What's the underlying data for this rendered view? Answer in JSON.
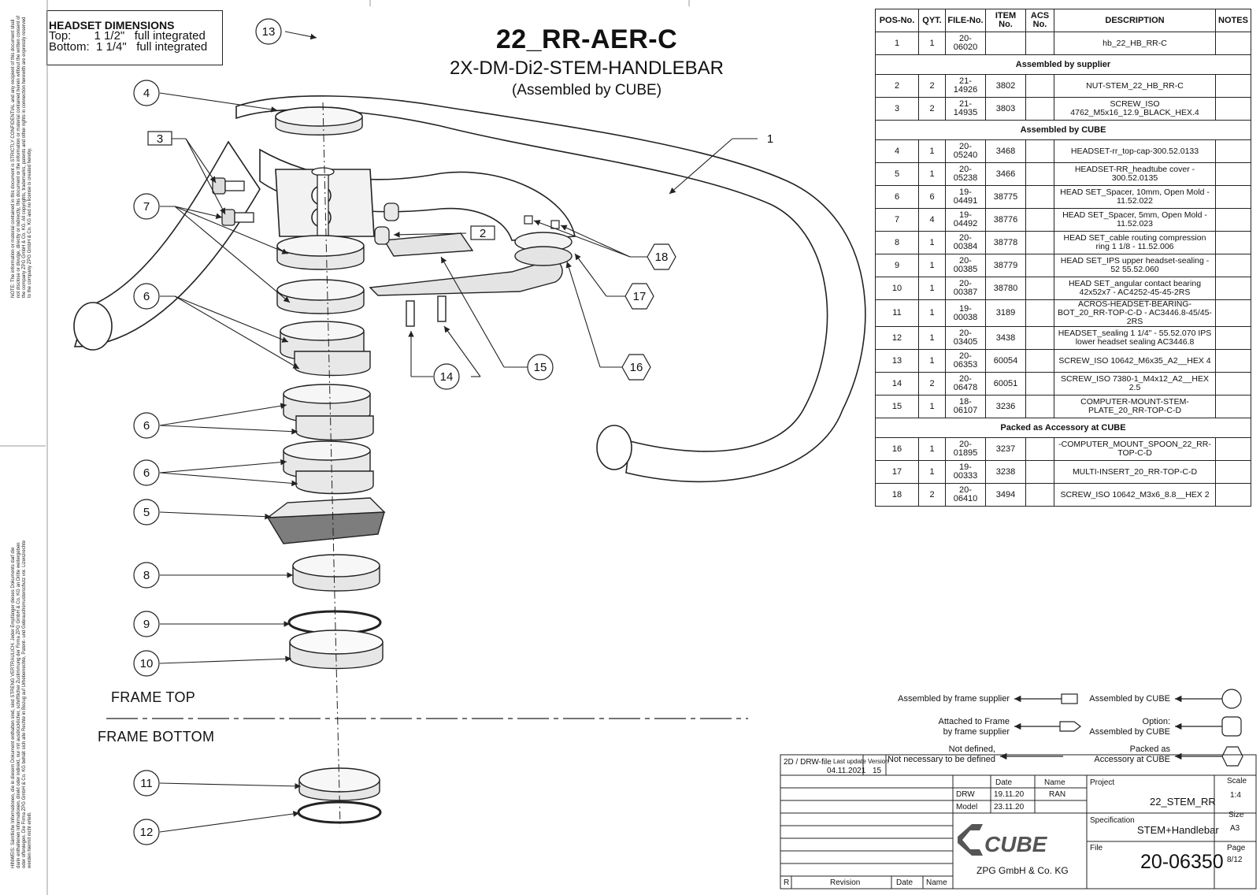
{
  "headset": {
    "title": "HEADSET DIMENSIONS",
    "top_label": "Top:",
    "top_value": "1 1/2\"   full integrated",
    "bottom_label": "Bottom:",
    "bottom_value": "1 1/4\"   full integrated"
  },
  "title": {
    "main": "22_RR-AER-C",
    "sub": "2X-DM-Di2-STEM-HANDLEBAR",
    "note": "(Assembled by CUBE)"
  },
  "side_notes": {
    "top": "NOTE: The information or material contained in this document is STRICTLY CONFIDENTIAL and any recipient of this document shall not disclose or divulge, directly or indirectly, this document or the information or material contained herein without the written consent of the company ZPG GmbH & Co. KG. All copyrights, trademarks, patents and other rights in connection herewith are expressly reserved to the company ZPG GmbH & Co. KG and no license is created hereby.",
    "bottom": "HINWEIS: Sämtliche Informationen, die in diesem Dokument enthalten sind, sind STRENG VERTRAULICH. Jeder Empfänger dieses Dokuments darf die darin enthaltenen Informationen, direkt oder indirekt, nur mit ausdrücklicher, schriftlicher Zustimmung der Firma ZPG GmbH & Co. KG an Dritte weitergeben oder offenlegen. Die Firma ZPG GmbH & Co. KG behält sich alle Rechte in Bezug auf Urheberrechte, Patent- und Gebrauchsmusterschutz vor. Lizenzrechte werden hiermit nicht erteilt."
  },
  "bom": {
    "headers": [
      "POS-No.",
      "QYT.",
      "FILE-No.",
      "ITEM No.",
      "ACS No.",
      "DESCRIPTION",
      "NOTES"
    ],
    "rows": [
      {
        "pos": "1",
        "qty": "1",
        "file": "20-06020",
        "item": "",
        "acs": "",
        "desc": "hb_22_HB_RR-C",
        "notes": ""
      },
      {
        "section": "Assembled by supplier"
      },
      {
        "pos": "2",
        "qty": "2",
        "file": "21-14926",
        "item": "3802",
        "acs": "",
        "desc": "NUT-STEM_22_HB_RR-C",
        "notes": ""
      },
      {
        "pos": "3",
        "qty": "2",
        "file": "21-14935",
        "item": "3803",
        "acs": "",
        "desc": "SCREW_ISO 4762_M5x16_12.9_BLACK_HEX.4",
        "notes": ""
      },
      {
        "section": "Assembled by CUBE"
      },
      {
        "pos": "4",
        "qty": "1",
        "file": "20-05240",
        "item": "3468",
        "acs": "",
        "desc": "HEADSET-rr_top-cap-300.52.0133",
        "notes": ""
      },
      {
        "pos": "5",
        "qty": "1",
        "file": "20-05238",
        "item": "3466",
        "acs": "",
        "desc": "HEADSET-RR_headtube cover - 300.52.0135",
        "notes": ""
      },
      {
        "pos": "6",
        "qty": "6",
        "file": "19-04491",
        "item": "38775",
        "acs": "",
        "desc": "HEAD SET_Spacer, 10mm, Open Mold - 11.52.022",
        "notes": ""
      },
      {
        "pos": "7",
        "qty": "4",
        "file": "19-04492",
        "item": "38776",
        "acs": "",
        "desc": "HEAD SET_Spacer, 5mm, Open Mold - 11.52.023",
        "notes": ""
      },
      {
        "pos": "8",
        "qty": "1",
        "file": "20-00384",
        "item": "38778",
        "acs": "",
        "desc": "HEAD SET_cable routing compression ring 1 1/8 - 11.52.006",
        "notes": ""
      },
      {
        "pos": "9",
        "qty": "1",
        "file": "20-00385",
        "item": "38779",
        "acs": "",
        "desc": "HEAD SET_IPS upper headset-sealing - 52 55.52.060",
        "notes": ""
      },
      {
        "pos": "10",
        "qty": "1",
        "file": "20-00387",
        "item": "38780",
        "acs": "",
        "desc": "HEAD SET_angular contact bearing 42x52x7 - AC4252-45-45-2RS",
        "notes": ""
      },
      {
        "pos": "11",
        "qty": "1",
        "file": "19-00038",
        "item": "3189",
        "acs": "",
        "desc": "ACROS-HEADSET-BEARING-BOT_20_RR-TOP-C-D - AC3446.8-45/45-2RS",
        "notes": ""
      },
      {
        "pos": "12",
        "qty": "1",
        "file": "20-03405",
        "item": "3438",
        "acs": "",
        "desc": "HEADSET_sealing 1 1/4\" - 55.52.070 IPS lower headset sealing AC3446.8",
        "notes": ""
      },
      {
        "pos": "13",
        "qty": "1",
        "file": "20-06353",
        "item": "60054",
        "acs": "",
        "desc": "SCREW_ISO 10642_M6x35_A2__HEX 4",
        "notes": ""
      },
      {
        "pos": "14",
        "qty": "2",
        "file": "20-06478",
        "item": "60051",
        "acs": "",
        "desc": "SCREW_ISO 7380-1_M4x12_A2__HEX 2.5",
        "notes": ""
      },
      {
        "pos": "15",
        "qty": "1",
        "file": "18-06107",
        "item": "3236",
        "acs": "",
        "desc": "COMPUTER-MOUNT-STEM-PLATE_20_RR-TOP-C-D",
        "notes": ""
      },
      {
        "section": "Packed as Accessory at CUBE"
      },
      {
        "pos": "16",
        "qty": "1",
        "file": "20-01895",
        "item": "3237",
        "acs": "",
        "desc": "-COMPUTER_MOUNT_SPOON_22_RR-TOP-C-D",
        "notes": ""
      },
      {
        "pos": "17",
        "qty": "1",
        "file": "19-00333",
        "item": "3238",
        "acs": "",
        "desc": "MULTI-INSERT_20_RR-TOP-C-D",
        "notes": ""
      },
      {
        "pos": "18",
        "qty": "2",
        "file": "20-06410",
        "item": "3494",
        "acs": "",
        "desc": "SCREW_ISO 10642_M3x6_8.8__HEX 2",
        "notes": ""
      }
    ]
  },
  "callouts": {
    "n1": "1",
    "n2": "2",
    "n3": "3",
    "n4": "4",
    "n5": "5",
    "n6": "6",
    "n7": "7",
    "n8": "8",
    "n9": "9",
    "n10": "10",
    "n11": "11",
    "n12": "12",
    "n13": "13",
    "n14": "14",
    "n15": "15",
    "n16": "16",
    "n17": "17",
    "n18": "18"
  },
  "frame": {
    "top": "FRAME TOP",
    "bottom": "FRAME BOTTOM"
  },
  "legend": {
    "frame_supplier": "Assembled by frame supplier",
    "attached_1": "Attached to Frame",
    "attached_2": "by frame supplier",
    "not_defined_1": "Not defined,",
    "not_defined_2": "Not necessary to be defined",
    "by_cube": "Assembled by CUBE",
    "option_1": "Option:",
    "option_2": "Assembled by CUBE",
    "packed_1": "Packed as",
    "packed_2": "Accessory at CUBE"
  },
  "title_block": {
    "file_type": "2D / DRW-file",
    "last_update_label": "Last update",
    "last_update": "04.11.2021",
    "version_label": "Version",
    "version": "15",
    "date_label": "Date",
    "name_label": "Name",
    "drw_label": "DRW",
    "drw_date": "19.11.20",
    "drw_name": "RAN",
    "model_label": "Model",
    "model_date": "23.11.20",
    "project_label": "Project",
    "project": "22_STEM_RR",
    "scale_label": "Scale",
    "scale": "1:4",
    "spec_label": "Specification",
    "spec": "STEM+Handlebar",
    "size_label": "Size",
    "size": "A3",
    "file_label": "File",
    "file": "20-06350",
    "page_label": "Page",
    "page": "8/12",
    "logo_text": "CUBE",
    "company": "ZPG GmbH & Co. KG",
    "r_label": "R",
    "revision_label": "Revision",
    "rev_date_label": "Date",
    "rev_name_label": "Name"
  },
  "colors": {
    "line": "#222222",
    "part_fill": "#e6e6e6",
    "part_dark": "#9a9a9a"
  }
}
